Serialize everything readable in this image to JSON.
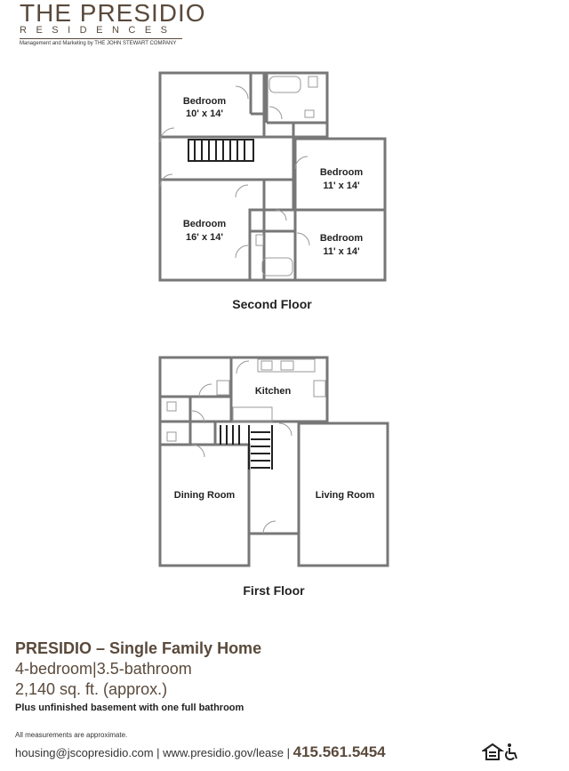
{
  "brand": {
    "title": "THE PRESIDIO",
    "subtitle": "RESIDENCES",
    "tagline": "Management and Marketing by THE JOHN STEWART COMPANY"
  },
  "second_floor": {
    "label": "Second Floor",
    "rooms": [
      {
        "name": "Bedroom",
        "size": "10' x 14'"
      },
      {
        "name": "Bedroom",
        "size": "11' x 14'"
      },
      {
        "name": "Bedroom",
        "size": "16' x 14'"
      },
      {
        "name": "Bedroom",
        "size": "11' x 14'"
      }
    ]
  },
  "first_floor": {
    "label": "First Floor",
    "rooms": [
      {
        "name": "Kitchen"
      },
      {
        "name": "Dining Room"
      },
      {
        "name": "Living Room"
      }
    ]
  },
  "listing": {
    "title": "PRESIDIO – Single Family Home",
    "beds_baths": "4-bedroom|3.5-bathroom",
    "area": "2,140 sq. ft. (approx.)",
    "note": "Plus unfinished basement with one full bathroom"
  },
  "footer": {
    "disclaimer": "All measurements are approximate.",
    "email": "housing@jscopresidio.com",
    "sep1": " | ",
    "website": "www.presidio.gov/lease",
    "sep2": " | ",
    "phone": "415.561.5454",
    "icons": [
      "equal-housing-icon",
      "accessibility-icon"
    ]
  },
  "colors": {
    "brand": "#5a4a3c",
    "wall": "#777777"
  }
}
